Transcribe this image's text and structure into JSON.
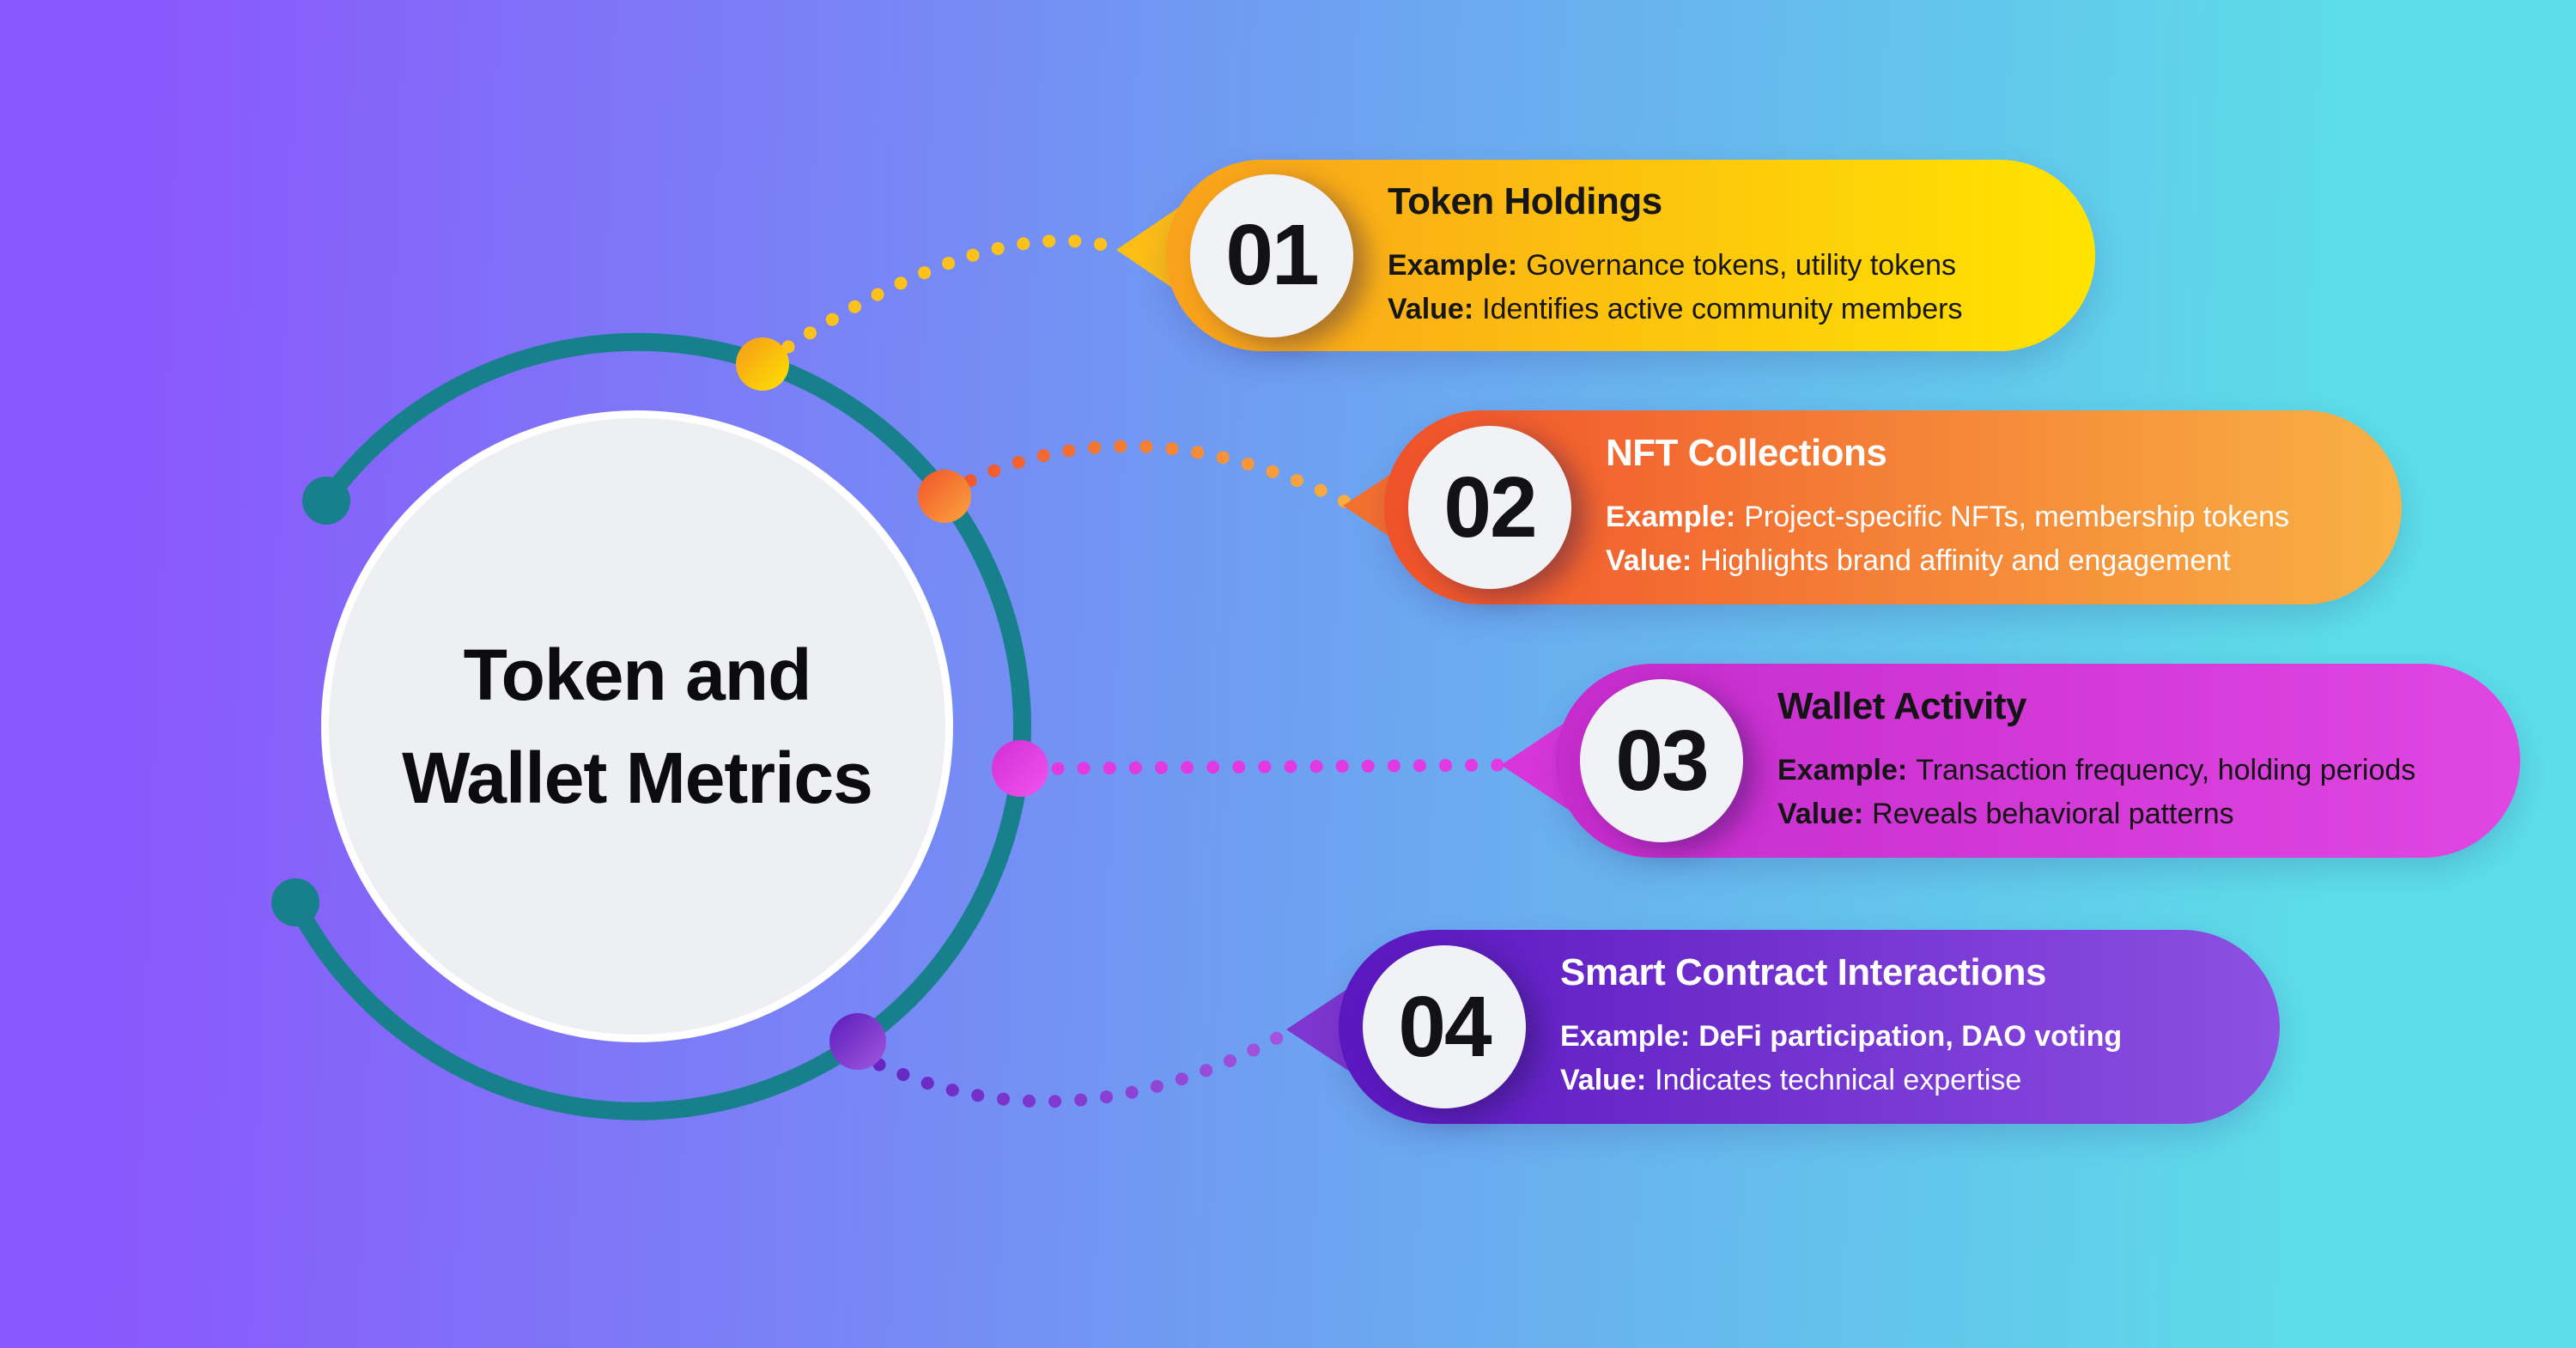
{
  "palette": {
    "background_from": "#8a58fc",
    "background_to": "#5cdde8",
    "ring_color": "#17808c",
    "center_circle_fill": "#edeff3",
    "connector_colors": [
      "#fcc21b",
      "#f1582b",
      "#e23ae2",
      "#6526c3"
    ]
  },
  "center": {
    "title_line1": "Token and",
    "title_line2": "Wallet Metrics"
  },
  "cards": [
    {
      "number": "01",
      "title": "Token Holdings",
      "example_label": "Example:",
      "example": "Governance tokens, utility tokens",
      "value_label": "Value:",
      "value": "Identifies active community members",
      "color_from": "#f9a11c",
      "color_to": "#ffe400",
      "text_color": "#161616"
    },
    {
      "number": "02",
      "title": "NFT Collections",
      "example_label": "Example:",
      "example": "Project-specific NFTs, membership tokens",
      "value_label": "Value:",
      "value": "Highlights brand affinity and engagement",
      "color_from": "#f0512a",
      "color_to": "#f9b144",
      "text_color": "#ffffff"
    },
    {
      "number": "03",
      "title": "Wallet Activity",
      "example_label": "Example:",
      "example": "Transaction frequency, holding periods",
      "value_label": "Value:",
      "value": "Reveals behavioral patterns",
      "color_from": "#c62bcc",
      "color_to": "#e046e2",
      "text_color": "#141414"
    },
    {
      "number": "04",
      "title": "Smart Contract Interactions",
      "example_label": "Example:",
      "example": "DeFi participation, DAO voting",
      "value_label": "Value:",
      "value": "Indicates technical expertise",
      "color_from": "#5a17bf",
      "color_to": "#8c50e2",
      "text_color": "#ffffff"
    }
  ]
}
